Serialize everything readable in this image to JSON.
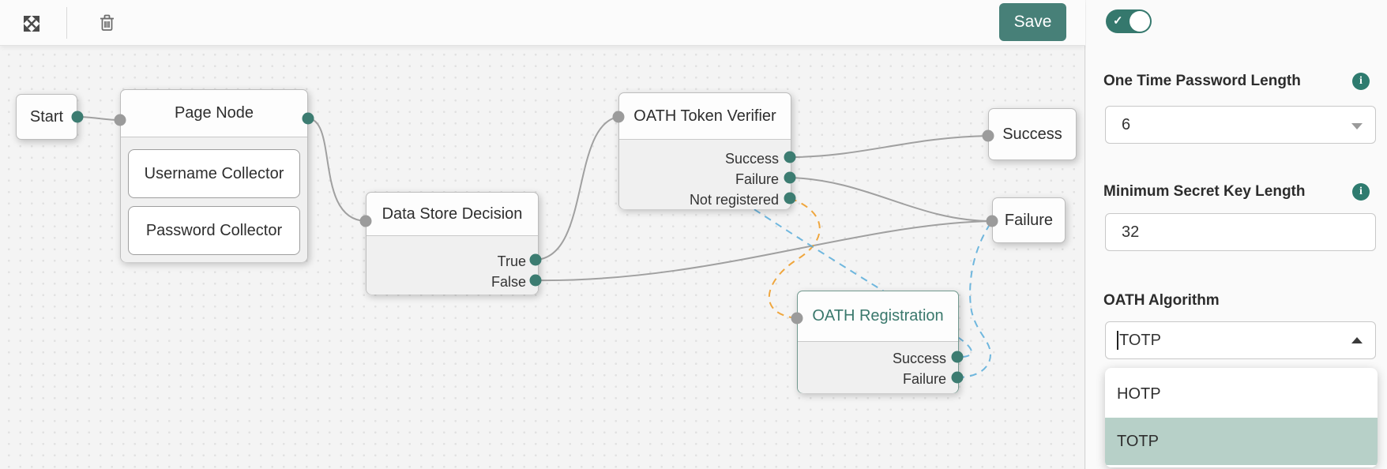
{
  "colors": {
    "accent_teal": "#478078",
    "port_teal": "#3c7c71",
    "port_gray": "#9b9b9b",
    "wire_gray": "#a0a0a0",
    "wire_dashed_blue": "#57acd9",
    "wire_dashed_orange": "#efa63e",
    "menu_highlight": "#b7d0c8"
  },
  "toolbar": {
    "save_label": "Save",
    "icons": [
      {
        "name": "expand-arrows-icon"
      },
      {
        "name": "trash-icon"
      }
    ]
  },
  "canvas": {
    "nodes": {
      "start": {
        "title": "Start"
      },
      "page_node": {
        "title": "Page Node",
        "children": [
          {
            "label": "Username Collector"
          },
          {
            "label": "Password Collector"
          }
        ]
      },
      "data_store_decision": {
        "title": "Data Store Decision",
        "outputs": [
          {
            "label": "True"
          },
          {
            "label": "False"
          }
        ]
      },
      "oath_token_verifier": {
        "title": "OATH Token Verifier",
        "outputs": [
          {
            "label": "Success"
          },
          {
            "label": "Failure"
          },
          {
            "label": "Not registered"
          }
        ]
      },
      "oath_registration": {
        "title": "OATH Registration",
        "selected": true,
        "outputs": [
          {
            "label": "Success"
          },
          {
            "label": "Failure"
          }
        ]
      },
      "success": {
        "title": "Success"
      },
      "failure": {
        "title": "Failure"
      }
    },
    "connections": [
      {
        "from": "start",
        "to": "page_node",
        "style": "solid"
      },
      {
        "from": "page_node",
        "to": "data_store_decision",
        "style": "solid"
      },
      {
        "from": "data_store_decision.true",
        "to": "oath_token_verifier",
        "style": "solid"
      },
      {
        "from": "data_store_decision.false",
        "to": "failure",
        "style": "solid"
      },
      {
        "from": "oath_token_verifier.success",
        "to": "success",
        "style": "solid"
      },
      {
        "from": "oath_token_verifier.failure",
        "to": "failure",
        "style": "solid"
      },
      {
        "from": "oath_token_verifier.not_registered",
        "to": "oath_registration",
        "style": "dashed-orange"
      },
      {
        "from": "oath_registration.success",
        "to": "oath_token_verifier",
        "style": "dashed-blue"
      },
      {
        "from": "oath_registration.failure",
        "to": "failure",
        "style": "dashed-blue"
      }
    ]
  },
  "panel": {
    "toggle_on": true,
    "fields": [
      {
        "label": "One Time Password Length",
        "value": "6",
        "type": "select",
        "info": true
      },
      {
        "label": "Minimum Secret Key Length",
        "value": "32",
        "type": "text",
        "info": true
      },
      {
        "label": "OATH Algorithm",
        "value": "TOTP",
        "type": "combobox",
        "info": false,
        "options": [
          {
            "label": "HOTP",
            "selected": false
          },
          {
            "label": "TOTP",
            "selected": true
          }
        ]
      }
    ]
  }
}
